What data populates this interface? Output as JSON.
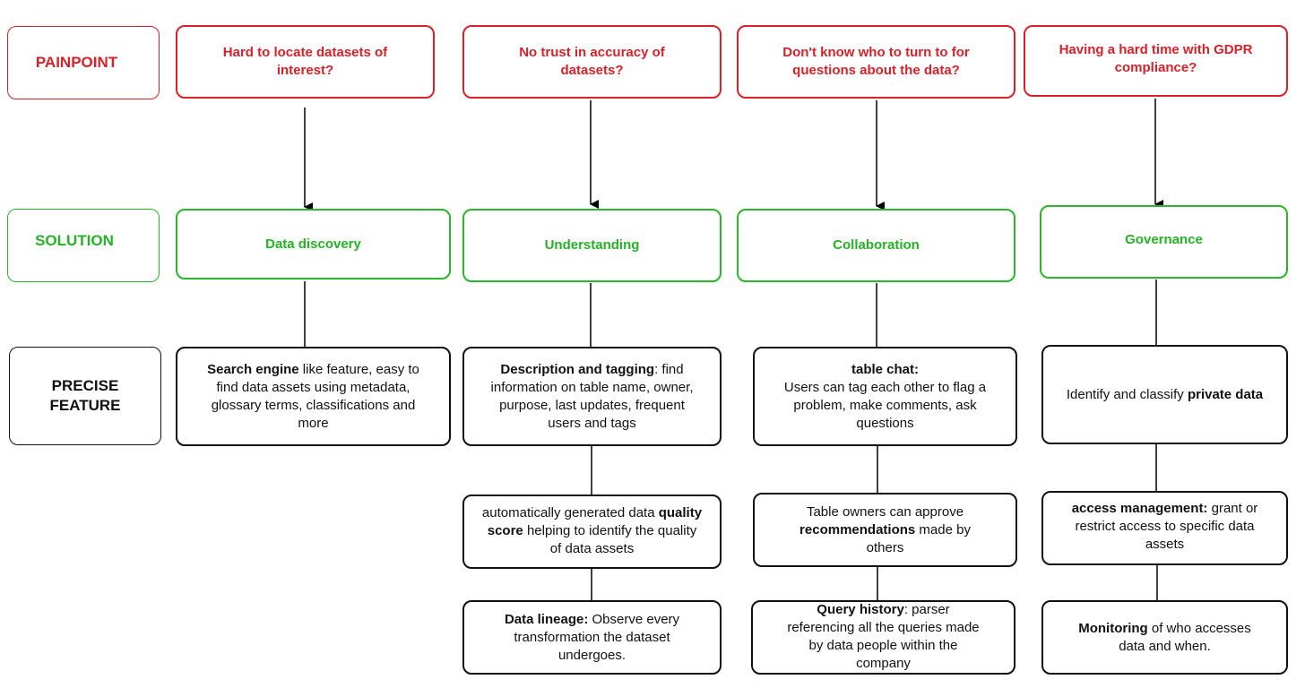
{
  "colors": {
    "painpoint": "#d6222a",
    "solution": "#2bb52b",
    "feature": "#111111"
  },
  "row_labels": {
    "painpoint": "PAINPOINT",
    "solution": "SOLUTION",
    "feature_line1": "PRECISE",
    "feature_line2": "FEATURE"
  },
  "columns": [
    {
      "painpoint": "Hard to locate datasets of interest?",
      "solution": "Data discovery",
      "features": [
        {
          "bold": "Search engine",
          "rest": " like feature, easy to find data assets using metadata, glossary terms, classifications and more"
        }
      ]
    },
    {
      "painpoint": "No trust in accuracy of datasets?",
      "solution": "Understanding",
      "features": [
        {
          "bold": "Description and tagging",
          "rest": ": find information on table name, owner, purpose, last updates, frequent users and tags"
        },
        {
          "pre": "automatically generated data ",
          "bold": "quality score",
          "rest": " helping to identify the quality of data assets"
        },
        {
          "bold": "Data lineage:",
          "rest": " Observe every transformation the dataset undergoes."
        }
      ]
    },
    {
      "painpoint": "Don't know who to turn to for questions about the data?",
      "solution": "Collaboration",
      "features": [
        {
          "bold": "table chat:",
          "rest": "Users can tag each other to flag a problem, make comments, ask questions"
        },
        {
          "pre": "Table owners can approve ",
          "bold": "recommendations",
          "rest": " made by others"
        },
        {
          "bold": "Query history",
          "rest": ": parser referencing all the queries made by data people within the company"
        }
      ]
    },
    {
      "painpoint": "Having a hard time with GDPR compliance?",
      "solution": "Governance",
      "features": [
        {
          "pre": "Identify and classify ",
          "bold": "private data",
          "rest": ""
        },
        {
          "bold": "access management:",
          "rest": " grant or restrict access to specific data assets"
        },
        {
          "bold": "Monitoring",
          "rest": " of who accesses data and when."
        }
      ]
    }
  ]
}
